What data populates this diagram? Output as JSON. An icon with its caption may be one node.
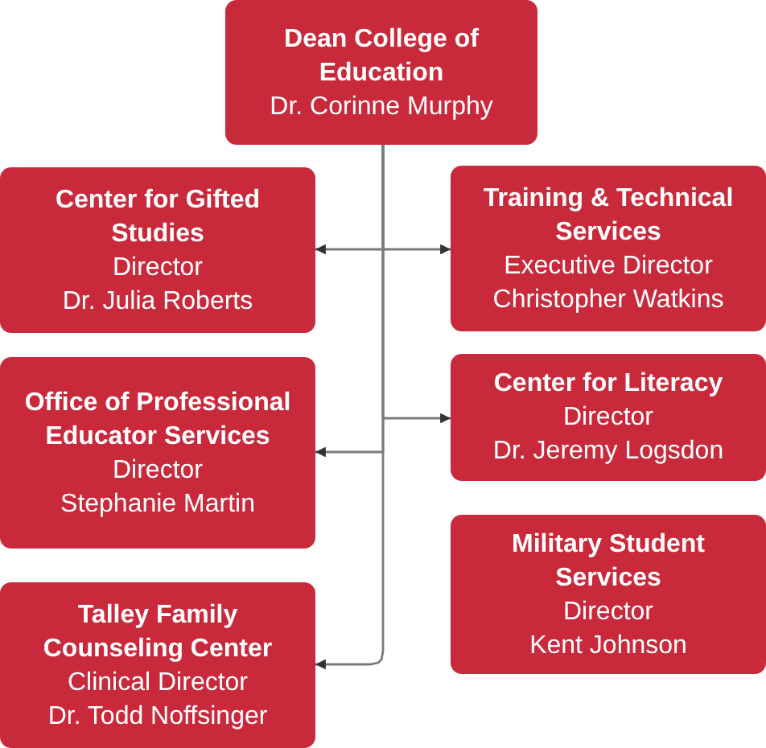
{
  "diagram": {
    "nodes": [
      {
        "text": [
          "Dean College of Education",
          "Dr. Corinne Murphy"
        ]
      },
      {
        "text": [
          "Center for Gifted Studies",
          "Director",
          "Dr. Julia Roberts"
        ]
      },
      {
        "text": [
          "Training & Technical Services",
          "Executive Director",
          "Christopher Watkins"
        ]
      },
      {
        "text": [
          "Office of Professional Educator Services",
          "Director",
          "Stephanie Martin"
        ]
      },
      {
        "text": [
          "Center for Literacy",
          "Director",
          "Dr. Jeremy Logsdon"
        ]
      },
      {
        "text": [
          "Military Student Services",
          "Director",
          "Kent Johnson"
        ]
      },
      {
        "text": [
          "Talley Family Counseling Center",
          "Clinical Director",
          "Dr. Todd Noffsinger"
        ]
      }
    ],
    "edges": [
      {
        "from": 0,
        "to": 1,
        "arrow": "to"
      },
      {
        "from": 0,
        "to": 2,
        "arrow": "to"
      },
      {
        "from": 0,
        "to": 4,
        "arrow": "to"
      },
      {
        "from": 0,
        "to": 3,
        "arrow": "to"
      },
      {
        "from": 0,
        "to": 6,
        "arrow": "to"
      }
    ]
  }
}
